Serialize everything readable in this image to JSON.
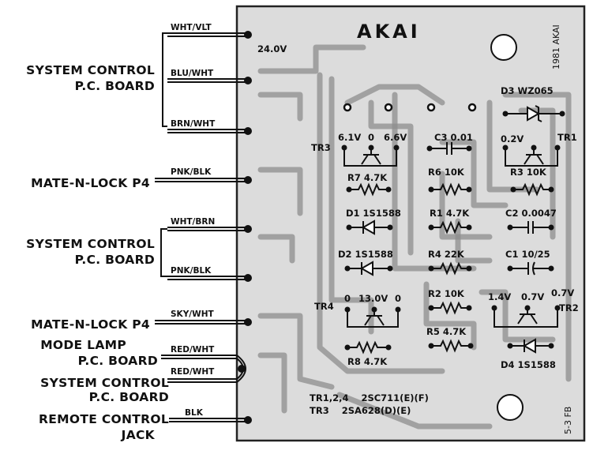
{
  "brand": "AKAI",
  "corner_marks": {
    "top_right": "1981 AKAI",
    "bottom_right": "5-3 FB"
  },
  "supply_voltage": "24.0V",
  "left_labels": [
    {
      "line1": "SYSTEM CONTROL",
      "line2": "P.C. BOARD"
    },
    {
      "line1": "MATE-N-LOCK P4",
      "line2": ""
    },
    {
      "line1": "SYSTEM CONTROL",
      "line2": "P.C. BOARD"
    },
    {
      "line1": "MATE-N-LOCK P4",
      "line2": ""
    },
    {
      "line1": "MODE LAMP",
      "line2": "P.C. BOARD"
    },
    {
      "line1": "SYSTEM CONTROL",
      "line2": "P.C. BOARD"
    },
    {
      "line1": "REMOTE CONTROL",
      "line2": "JACK"
    }
  ],
  "wires": [
    "WHT/VLT",
    "BLU/WHT",
    "BRN/WHT",
    "PNK/BLK",
    "WHT/BRN",
    "PNK/BLK",
    "SKY/WHT",
    "RED/WHT",
    "RED/WHT",
    "BLK"
  ],
  "components": {
    "d3": "D3  WZ065",
    "tr3": "TR3",
    "tr3_v": [
      "6.1V",
      "0",
      "6.6V"
    ],
    "c3": "C3  0.01",
    "tr1_v": "0.2V",
    "tr1": "TR1",
    "r7": "R7  4.7K",
    "r6": "R6  10K",
    "r3": "R3  10K",
    "d1": "D1  1S1588",
    "r1": "R1   4.7K",
    "c2": "C2  0.0047",
    "d2": "D2  1S1588",
    "r4": "R4   22K",
    "c1": "C1  10/25",
    "tr4": "TR4",
    "tr4_v": [
      "0",
      "13.0V",
      "0"
    ],
    "r2": "R2  10K",
    "tr2_v": [
      "1.4V",
      "0.7V",
      "0.7V"
    ],
    "tr2": "TR2",
    "r5": "R5  4.7K",
    "r8": "R8  4.7K",
    "d4": "D4  1S1588"
  },
  "notes": [
    "TR1,2,4    2SC711(E)(F)",
    "TR3    2SA628(D)(E)"
  ]
}
